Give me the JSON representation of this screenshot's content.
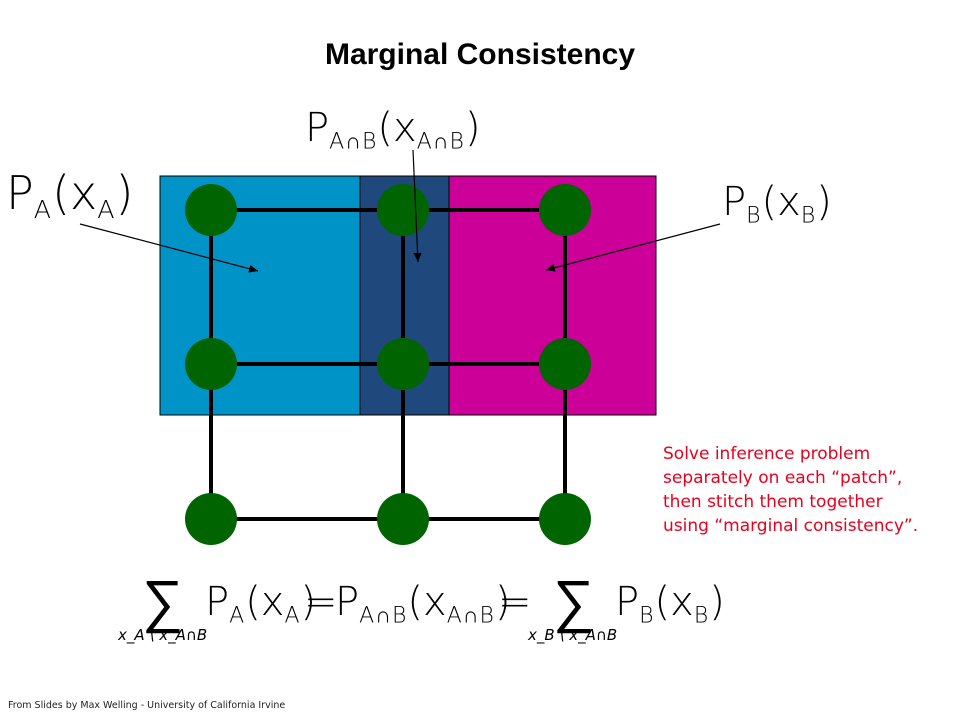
{
  "title": "Marginal Consistency",
  "note_lines": [
    "Solve inference problem",
    "separately on each “patch”,",
    "then stitch them together",
    "using “marginal consistency”."
  ],
  "footer": "From Slides by Max Welling - University of California Irvine",
  "labels": {
    "pA_func": "P",
    "pA_sub": "A",
    "pA_arg": "(x",
    "pA_arg_sub": "A",
    "pA_close": ")",
    "pAB_func": "P",
    "pAB_sub": "A∩B",
    "pAB_arg": "(x",
    "pAB_arg_sub": "A∩B",
    "pAB_close": ")",
    "pB_func": "P",
    "pB_sub": "B",
    "pB_arg": "(x",
    "pB_arg_sub": "B",
    "pB_close": ")"
  },
  "equation": {
    "sum_symbol": "∑",
    "sum1_sub": "x_A \\ x_A∩B",
    "sum2_sub": "x_B \\ x_A∩B",
    "term1": "P",
    "term1_sub": "A",
    "term1_arg": "(x",
    "term1_arg_sub": "A",
    "term1_close": ")",
    "eq1": "=",
    "term2": "P",
    "term2_sub": "A∩B",
    "term2_arg": "(x",
    "term2_arg_sub": "A∩B",
    "term2_close": ")",
    "eq2": "=",
    "term3": "P",
    "term3_sub": "B",
    "term3_arg": "(x",
    "term3_arg_sub": "B",
    "term3_close": ")"
  },
  "colors": {
    "patch_a": "#0093c8",
    "overlap": "#1f497d",
    "patch_b": "#cc0099",
    "node": "#006400",
    "edge": "#000000",
    "note_text": "#e8001e"
  }
}
